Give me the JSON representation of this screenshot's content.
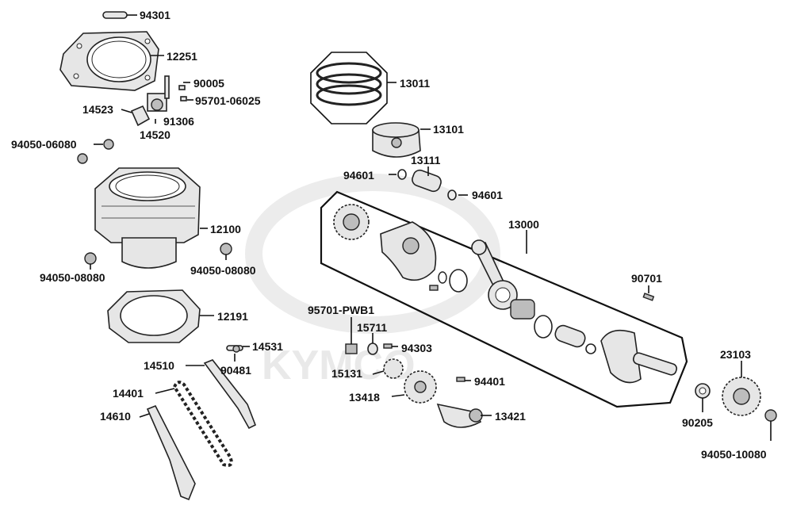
{
  "watermark": {
    "brand": "KYMCO"
  },
  "labels": {
    "p94301": "94301",
    "p12251": "12251",
    "p90005": "90005",
    "p95701_06025": "95701-06025",
    "p14523": "14523",
    "p91306": "91306",
    "p14520": "14520",
    "p94050_06080": "94050-06080",
    "p12100": "12100",
    "p94050_08080_l": "94050-08080",
    "p94050_08080_r": "94050-08080",
    "p12191": "12191",
    "p14531": "14531",
    "p14510": "14510",
    "p90481": "90481",
    "p14401": "14401",
    "p14610": "14610",
    "p13011": "13011",
    "p13101": "13101",
    "p13111": "13111",
    "p94601_l": "94601",
    "p94601_r": "94601",
    "p13000": "13000",
    "p90701": "90701",
    "p95701_pwb1": "95701-PWB1",
    "p15711": "15711",
    "p94303": "94303",
    "p15131": "15131",
    "p94401": "94401",
    "p13418": "13418",
    "p13421": "13421",
    "p23103": "23103",
    "p90205": "90205",
    "p94050_10080": "94050-10080"
  }
}
